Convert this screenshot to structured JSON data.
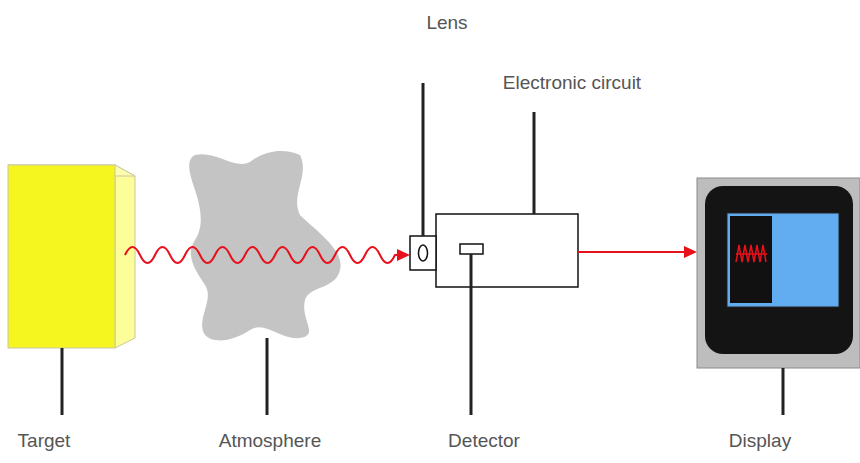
{
  "diagram": {
    "labels": [
      "Lens",
      "Electronic circuit",
      "Target",
      "Atmosphere",
      "Detector",
      "Display"
    ]
  }
}
